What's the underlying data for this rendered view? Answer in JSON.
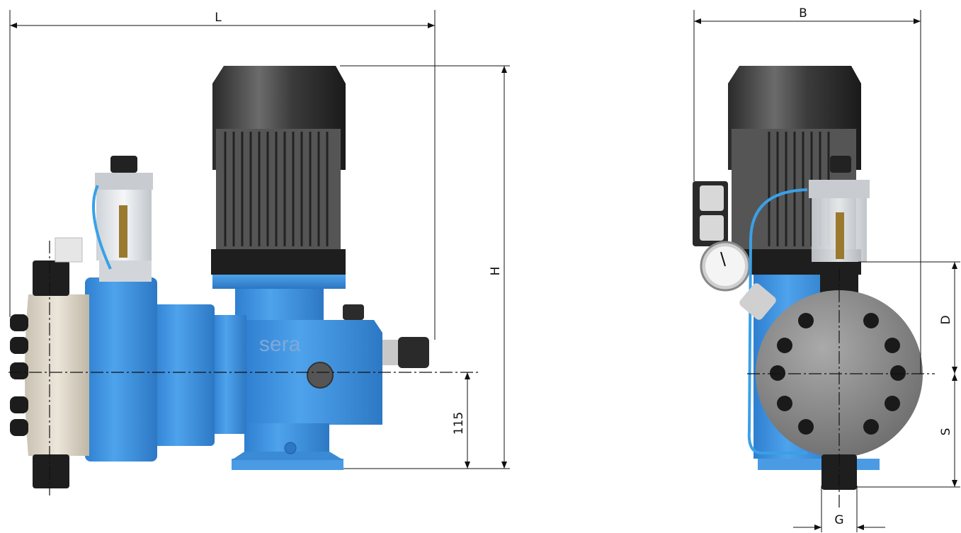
{
  "dimensions": {
    "length": "L",
    "height": "H",
    "width": "B",
    "shaft_height": "115",
    "discharge": "D",
    "suction": "S",
    "connection": "G"
  },
  "brand": {
    "logo_text": "sera"
  },
  "colors": {
    "pump_blue": "#3d8fd8",
    "motor_black": "#222222",
    "diaphragm_head": "#ddd6c8",
    "dimension_line": "#111111"
  }
}
